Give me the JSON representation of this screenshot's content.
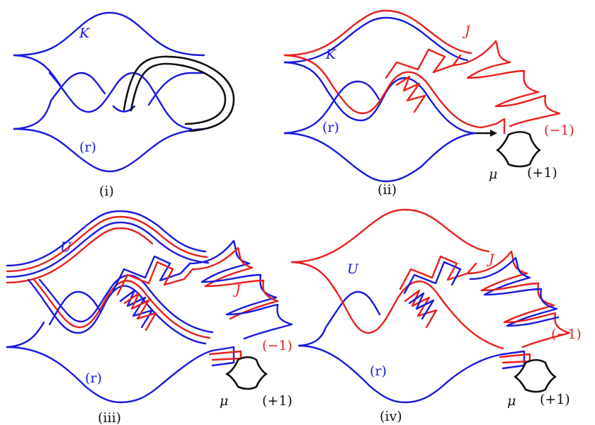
{
  "colors": {
    "blue": "#1a1adc",
    "red": "#e8201e",
    "black": "#111111"
  },
  "panels": [
    {
      "id": "i",
      "caption": "(i)",
      "labels": {
        "K": "K",
        "r": "(r)"
      }
    },
    {
      "id": "ii",
      "caption": "(ii)",
      "labels": {
        "K": "K",
        "J": "J",
        "r": "(r)",
        "minus": "(−1)",
        "mu": "μ",
        "plus": "(+1)"
      }
    },
    {
      "id": "iii",
      "caption": "(iii)",
      "labels": {
        "U": "U",
        "J": "J",
        "r": "(r)",
        "minus": "(−1)",
        "mu": "μ",
        "plus": "(+1)"
      }
    },
    {
      "id": "iv",
      "caption": "(iv)",
      "labels": {
        "U": "U",
        "J": "J",
        "r": "(r)",
        "minus": "(−1)",
        "mu": "μ",
        "plus": "(+1)"
      }
    }
  ]
}
